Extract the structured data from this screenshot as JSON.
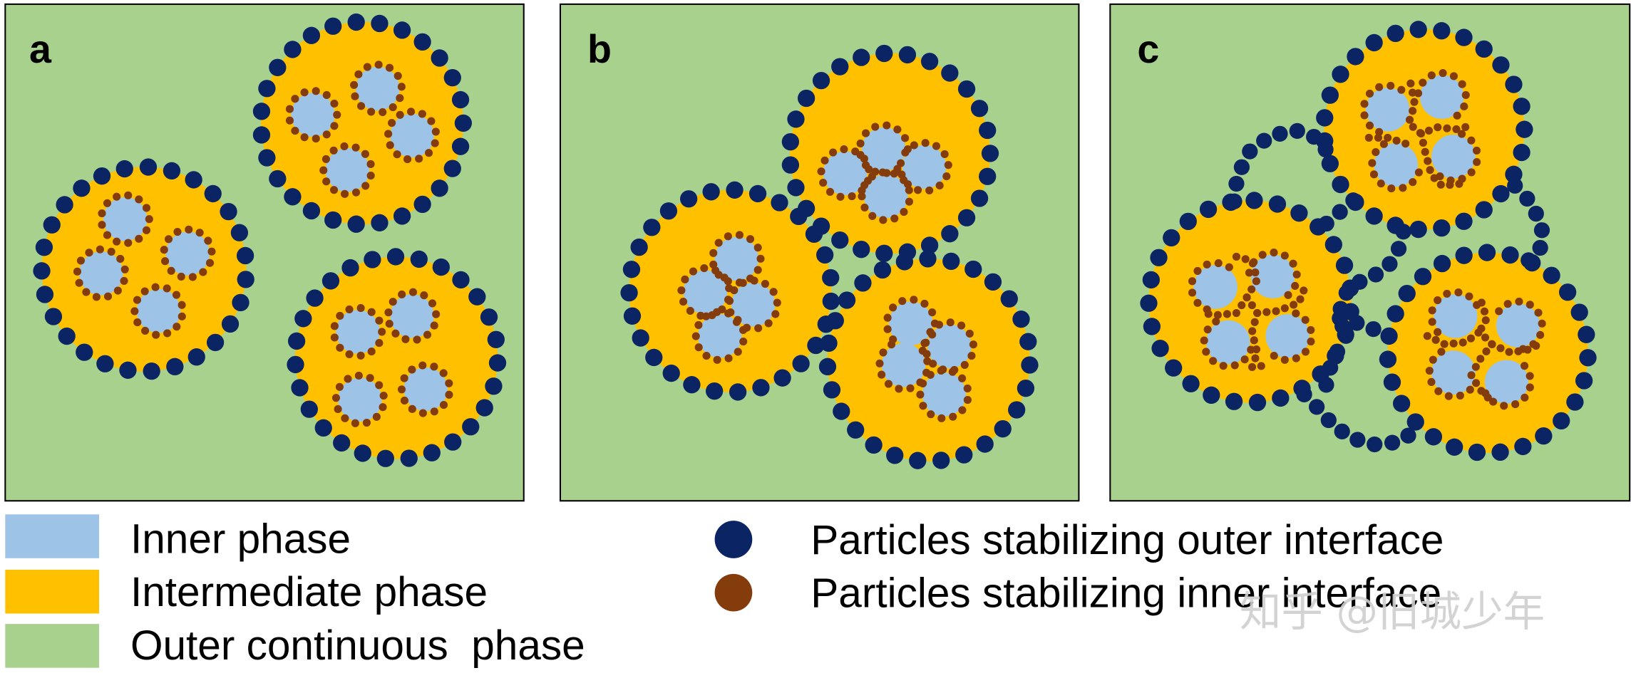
{
  "figure": {
    "panels": [
      {
        "label": "a"
      },
      {
        "label": "b"
      },
      {
        "label": "c"
      }
    ]
  },
  "legend": {
    "phases": [
      {
        "label": "Inner phase",
        "color": "#9DC3E6"
      },
      {
        "label": "Intermediate phase",
        "color": "#FFC000"
      },
      {
        "label": "Outer continuous  phase",
        "color": "#A9D18E"
      }
    ],
    "particles": [
      {
        "label": "Particles stabilizing outer interface",
        "color": "#0B2463"
      },
      {
        "label": "Particles stabilizing inner interface",
        "color": "#843C0C"
      }
    ]
  },
  "watermark": "知乎 @旧城少年"
}
